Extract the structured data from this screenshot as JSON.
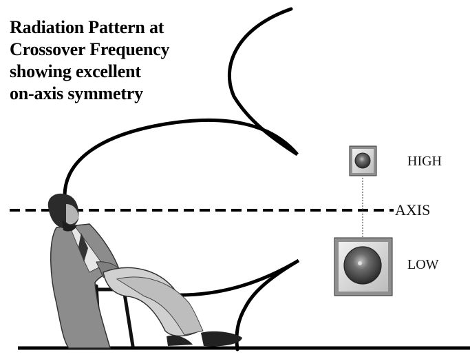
{
  "caption": {
    "lines": [
      "Radiation Pattern at",
      "Crossover Frequency",
      "showing excellent",
      "on-axis symmetry"
    ]
  },
  "labels": {
    "high": "HIGH",
    "axis": "AXIS",
    "low": "LOW"
  },
  "colors": {
    "line": "#000000",
    "speaker_frame": "#9a9a9a",
    "speaker_face": "#d6d6d6",
    "cone": "#4a4a4a",
    "coat": "#8c8c8c",
    "pants": "#cfcfcf"
  }
}
